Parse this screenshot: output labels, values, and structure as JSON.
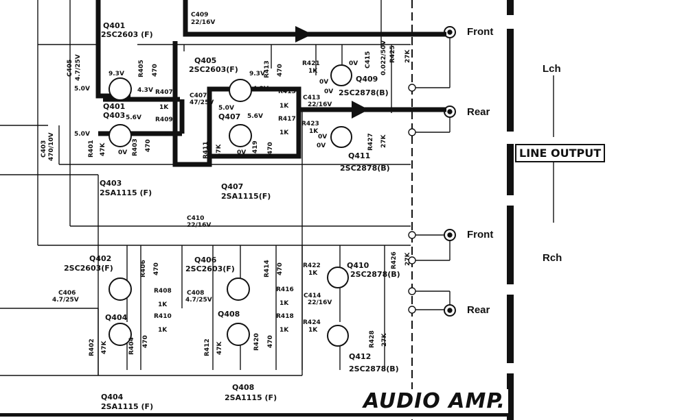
{
  "section_title": "AUDIO AMP.",
  "output_block": {
    "title": "LINE OUTPUT",
    "left_channel": "Lch",
    "right_channel": "Rch",
    "jacks": [
      "Front",
      "Rear",
      "Front",
      "Rear"
    ]
  },
  "lch": {
    "q401": {
      "ref": "Q401",
      "part": "2SC2603 (F)"
    },
    "q401_alt": "Q401",
    "q403": {
      "ref": "Q403",
      "part": "2SA1115 (F)",
      "ref_inline": "Q403"
    },
    "q405": {
      "ref": "Q405",
      "part": "2SC2603(F)"
    },
    "q407": {
      "ref": "Q407",
      "part": "2SA1115(F)",
      "ref_inline": "Q407"
    },
    "q409": {
      "ref": "Q409",
      "part": "2SC2878(B)"
    },
    "q411": {
      "ref": "Q411",
      "part": "2SC2878(B)"
    },
    "c409": {
      "ref": "C409",
      "value": "22/16V"
    },
    "c405": {
      "ref": "C405",
      "value": "4.7/25V"
    },
    "c403": {
      "ref": "C403",
      "value": "470/10V"
    },
    "c407": {
      "ref": "C407",
      "value": "47/25V"
    },
    "c413": {
      "ref": "C413",
      "value": "22/16V"
    },
    "c415": {
      "ref": "C415",
      "value": "0.022/50V"
    },
    "r401": "R401",
    "r401_val": "47K",
    "r403": "R403",
    "r403_val": "470",
    "r405": "R405",
    "r405_val": "470",
    "r407": "R407",
    "r407_val": "1K",
    "r409": "R409",
    "r409_val": "1K",
    "r411": "R411",
    "r411_val": "47K",
    "r413": "R413",
    "r413_val": "470",
    "r415": "R415",
    "r415_val": "1K",
    "r417": "R417",
    "r417_val": "1K",
    "r419": "R419",
    "r419_val": "470",
    "r421": "R421",
    "r421_val": "1K",
    "r423": "R423",
    "r423_val": "1K",
    "r425": "R425",
    "r425_val": "27K",
    "r427": "R427",
    "r427_val": "27K",
    "voltages": [
      "9.3V",
      "4.3V",
      "5.0V",
      "5.6V",
      "5.0V",
      "0V",
      "9.3V",
      "4.3V",
      "5.0V",
      "5.6V",
      "0V",
      "0V",
      "0V",
      "0V",
      "0V",
      "0V"
    ]
  },
  "rch": {
    "q402": {
      "ref": "Q402",
      "part": "2SC2603(F)"
    },
    "q404": {
      "ref": "Q404",
      "part": "2SA1115 (F)",
      "ref_inline": "Q404"
    },
    "q406": {
      "ref": "Q406",
      "part": "2SC2603(F)"
    },
    "q408": {
      "ref": "Q408",
      "part": "2SA1115 (F)",
      "ref_inline": "Q408"
    },
    "q410": {
      "ref": "Q410",
      "part": "2SC2878(B)"
    },
    "q412": {
      "ref": "Q412",
      "part": "2SC2878(B)"
    },
    "c406": {
      "ref": "C406",
      "value": "4.7/25V"
    },
    "c408": {
      "ref": "C408",
      "value": "4.7/25V"
    },
    "c410": {
      "ref": "C410",
      "value": "22/16V"
    },
    "c414": {
      "ref": "C414",
      "value": "22/16V"
    },
    "r402": "R402",
    "r402_val": "47K",
    "r404": "R404",
    "r404_val": "470",
    "r406": "R406",
    "r406_val": "470",
    "r408": "R408",
    "r408_val": "1K",
    "r410": "R410",
    "r410_val": "1K",
    "r412": "R412",
    "r412_val": "47K",
    "r414": "R414",
    "r414_val": "470",
    "r416": "R416",
    "r416_val": "1K",
    "r418": "R418",
    "r418_val": "1K",
    "r420": "R420",
    "r420_val": "470",
    "r422": "R422",
    "r422_val": "1K",
    "r424": "R424",
    "r424_val": "1K",
    "r426": "R426",
    "r426_val": "27K",
    "r428": "R428",
    "r428_val": "27K"
  }
}
